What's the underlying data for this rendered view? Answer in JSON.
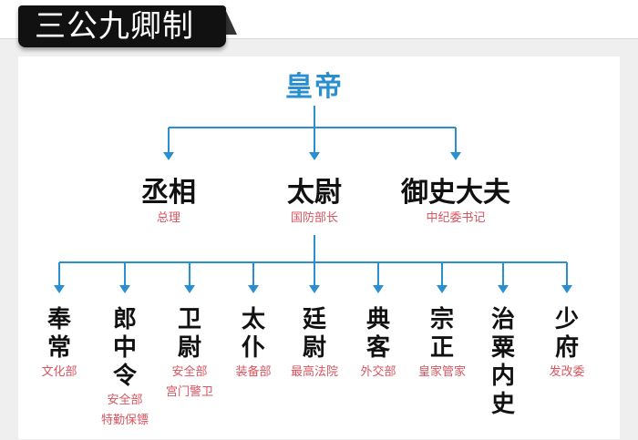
{
  "title": "三公九卿制",
  "colors": {
    "emperor": "#2a8fd0",
    "connector": "#2a8fd0",
    "subtitle": "#d9545f"
  },
  "emperor": "皇帝",
  "three_dukes": [
    {
      "name": "丞相",
      "modern": [
        "总理"
      ]
    },
    {
      "name": "太尉",
      "modern": [
        "国防部长"
      ]
    },
    {
      "name": "御史大夫",
      "modern": [
        "中纪委书记"
      ]
    }
  ],
  "nine_ministers": [
    {
      "name": "奉常",
      "modern": [
        "文化部"
      ]
    },
    {
      "name": "郎中令",
      "modern": [
        "安全部",
        "特勤保镖"
      ]
    },
    {
      "name": "卫尉",
      "modern": [
        "安全部",
        "宫门警卫"
      ]
    },
    {
      "name": "太仆",
      "modern": [
        "装备部"
      ]
    },
    {
      "name": "廷尉",
      "modern": [
        "最高法院"
      ]
    },
    {
      "name": "典客",
      "modern": [
        "外交部"
      ]
    },
    {
      "name": "宗正",
      "modern": [
        "皇家管家"
      ]
    },
    {
      "name": "治粟内史",
      "modern": []
    },
    {
      "name": "少府",
      "modern": [
        "发改委"
      ]
    }
  ]
}
